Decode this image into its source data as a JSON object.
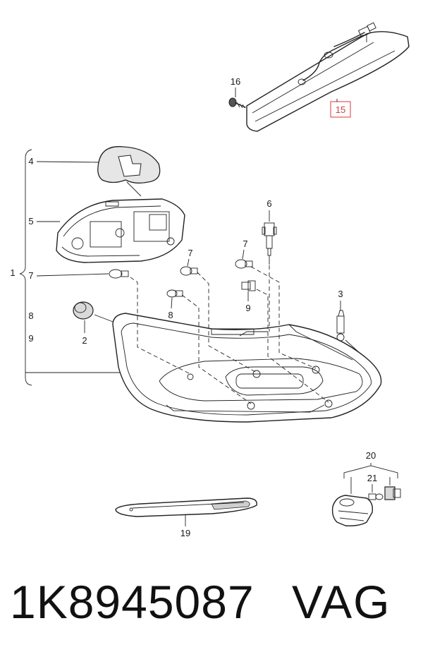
{
  "callouts": {
    "c1": "1",
    "c2": "2",
    "c3": "3",
    "c4": "4",
    "c5": "5",
    "c6": "6",
    "c7a": "7",
    "c7b": "7",
    "c7c": "7",
    "c8a": "8",
    "c8b": "8",
    "c9a": "9",
    "c9b": "9",
    "c15": "15",
    "c16": "16",
    "c19": "19",
    "c20": "20",
    "c21": "21"
  },
  "highlight_color": "#e05a5a",
  "footer": {
    "part_number": "1K8945087",
    "brand": "VAG"
  }
}
